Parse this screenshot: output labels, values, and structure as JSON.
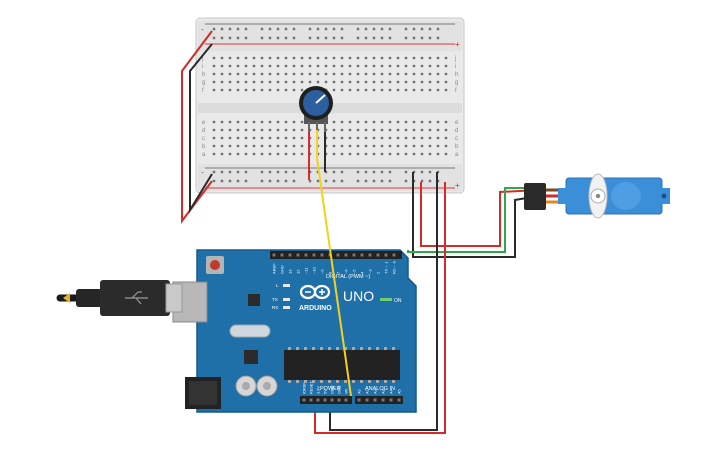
{
  "breadboard": {
    "row_letters": [
      "j",
      "i",
      "h",
      "g",
      "f",
      "e",
      "d",
      "c",
      "b",
      "a"
    ],
    "column_count": 30,
    "rail_plus": "+",
    "rail_minus": "-"
  },
  "arduino": {
    "logo_text": "ARDUINO",
    "model": "UNO",
    "on_label": "ON",
    "digital_label": "DIGITAL (PWM ~)",
    "digital_pins": [
      "AREF",
      "GND",
      "13",
      "12",
      "~11",
      "~10",
      "~9",
      "8",
      "7",
      "~6",
      "~5",
      "4",
      "~3",
      "2",
      "TX→ 1",
      "RX← 0"
    ],
    "led_labels": [
      "L",
      "TX",
      "RX"
    ],
    "power_label": "POWER",
    "power_pins": [
      "IOREF",
      "RESET",
      "3.3V",
      "5V",
      "GND",
      "GND",
      "Vin"
    ],
    "analog_label": "ANALOG IN",
    "analog_pins": [
      "A0",
      "A1",
      "A2",
      "A3",
      "A4",
      "A5"
    ]
  },
  "colors": {
    "board_blue": "#1f6fa8",
    "wire_red": "#d42a2a",
    "wire_black": "#2a2a2a",
    "wire_yellow": "#f2d21b",
    "wire_green": "#2ea84a",
    "servo_blue": "#3b8fd9",
    "pot_blue": "#2c5fa0"
  },
  "icons": [
    "usb-cable-icon",
    "potentiometer-icon",
    "servo-motor-icon",
    "reset-button-icon",
    "arduino-infinity-logo-icon"
  ]
}
